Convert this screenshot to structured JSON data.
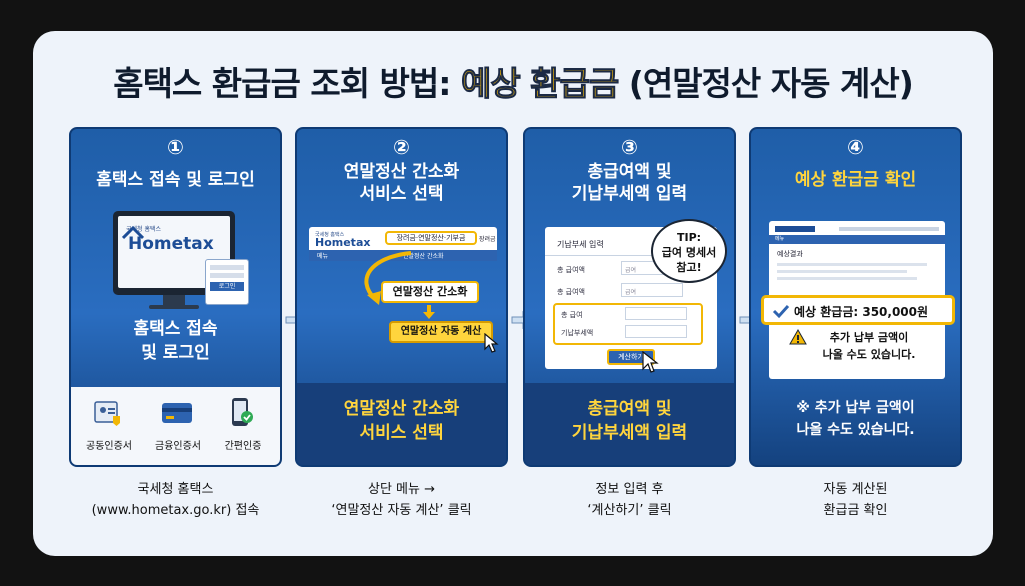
{
  "title": {
    "part1": "홈택스 환급금 조회 방법: ",
    "highlight": "예상 환급금",
    "part2": " (연말정산 자동 계산)"
  },
  "steps": [
    {
      "num": "①",
      "title": "홈택스 접속 및 로그인",
      "logo_small": "국세청 홈택스",
      "logo": "Hometax",
      "login_btn": "로그인",
      "body": [
        "홈택스 접속",
        "및 로그인"
      ],
      "cert_icons": [
        "공동인증서",
        "금융인증서",
        "간편인증"
      ],
      "caption": [
        "국세청 홈택스",
        "(www.hometax.go.kr) 접속"
      ]
    },
    {
      "num": "②",
      "title": [
        "연말정산 간소화",
        "서비스 선택"
      ],
      "logo_small": "국세청 홈택스",
      "logo": "Hometax",
      "menu_highlight": "장려금·연말정산·기부금",
      "menu_right": "장려금",
      "nav_menu": "메뉴",
      "nav_sub": "연말정산 간소화",
      "box1": "연말정산 간소화",
      "box2": "연말정산 자동 계산",
      "bottom": [
        "연말정산 간소화",
        "서비스 선택"
      ],
      "caption": [
        "상단 메뉴 →",
        "‘연말정산 자동 계산’ 클릭"
      ]
    },
    {
      "num": "③",
      "title": [
        "총급여액 및",
        "기납부세액 입력"
      ],
      "form_title": "기납부세 입력",
      "fields": [
        {
          "label": "총 급여액",
          "value": "급여"
        },
        {
          "label": "총 급여액",
          "value": "급여"
        },
        {
          "label": "총 급여",
          "value": ""
        },
        {
          "label": "기납부세액",
          "value": ""
        }
      ],
      "tip": [
        "TIP:",
        "급여 명세서",
        "참고!"
      ],
      "calc_btn": "계산하기",
      "bottom": [
        "총급여액 및",
        "기납부세액 입력"
      ],
      "caption": [
        "정보 입력 후",
        "‘계산하기’ 클릭"
      ]
    },
    {
      "num": "④",
      "title": "예상 환급금 확인",
      "nav_menu": "메뉴",
      "result_header": "예상결과",
      "result": "예상 환급금: 350,000원",
      "warn": [
        "추가 납부 금액이",
        "나올 수도 있습니다."
      ],
      "bottom": [
        "※ 추가 납부 금액이",
        "나올 수도 있습니다."
      ],
      "caption": [
        "자동 계산된",
        "환급금 확인"
      ]
    }
  ],
  "colors": {
    "panel_blue": "#1f5ea8",
    "highlight_yellow": "#f2b705",
    "dark_navy": "#173f7a"
  }
}
